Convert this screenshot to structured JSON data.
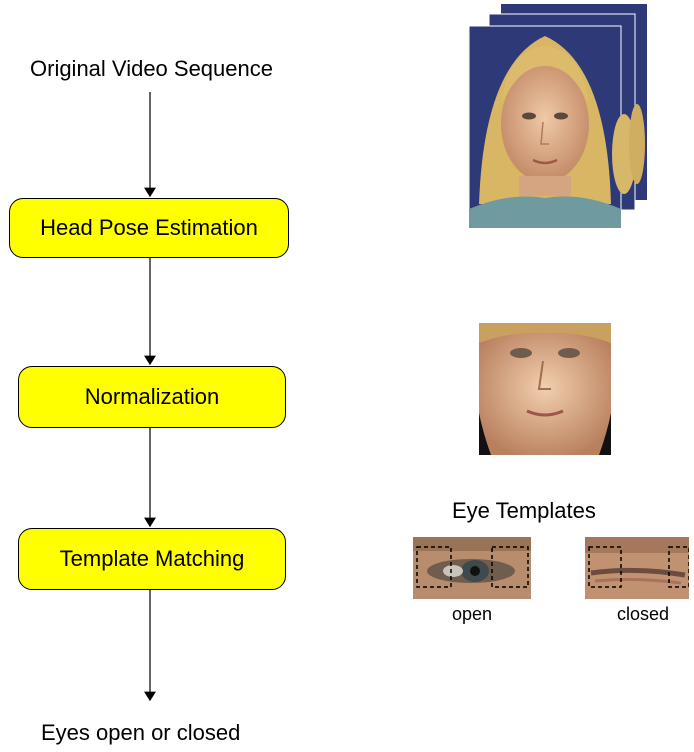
{
  "flow": {
    "input_label": "Original Video Sequence",
    "steps": [
      "Head Pose Estimation",
      "Normalization",
      "Template Matching"
    ],
    "output_label": "Eyes open or closed"
  },
  "templates": {
    "title": "Eye Templates",
    "open_label": "open",
    "closed_label": "closed"
  },
  "colors": {
    "box_fill": "#ffff00",
    "video_background": "#2e3a78"
  },
  "icons": [
    "video-frames-image",
    "normalized-face-image",
    "open-eye-template-image",
    "closed-eye-template-image"
  ]
}
